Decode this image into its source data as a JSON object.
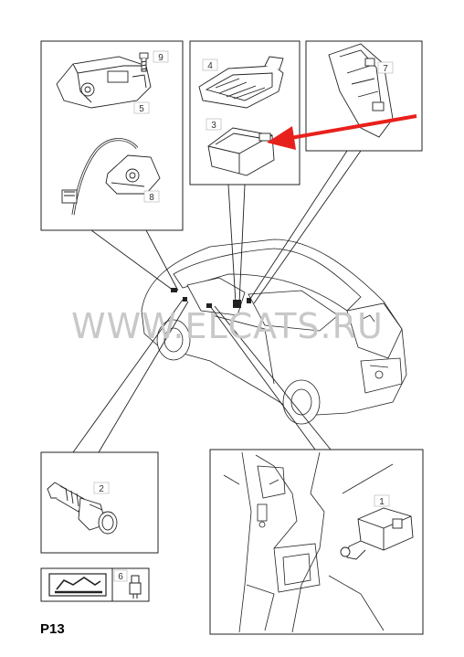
{
  "page_label": "P13",
  "watermark": "WWW.ELCATS.RU",
  "callouts": {
    "c1": "1",
    "c2": "2",
    "c3": "3",
    "c4": "4",
    "c5": "5",
    "c6": "6",
    "c7": "7",
    "c8": "8",
    "c9": "9"
  },
  "colors": {
    "line": "#222222",
    "arrow": "#e8201c",
    "callout_border": "#b0b0b0"
  },
  "icons": [
    "manual-book-icon",
    "sensor-plug-icon",
    "pointer-arrow-icon"
  ]
}
